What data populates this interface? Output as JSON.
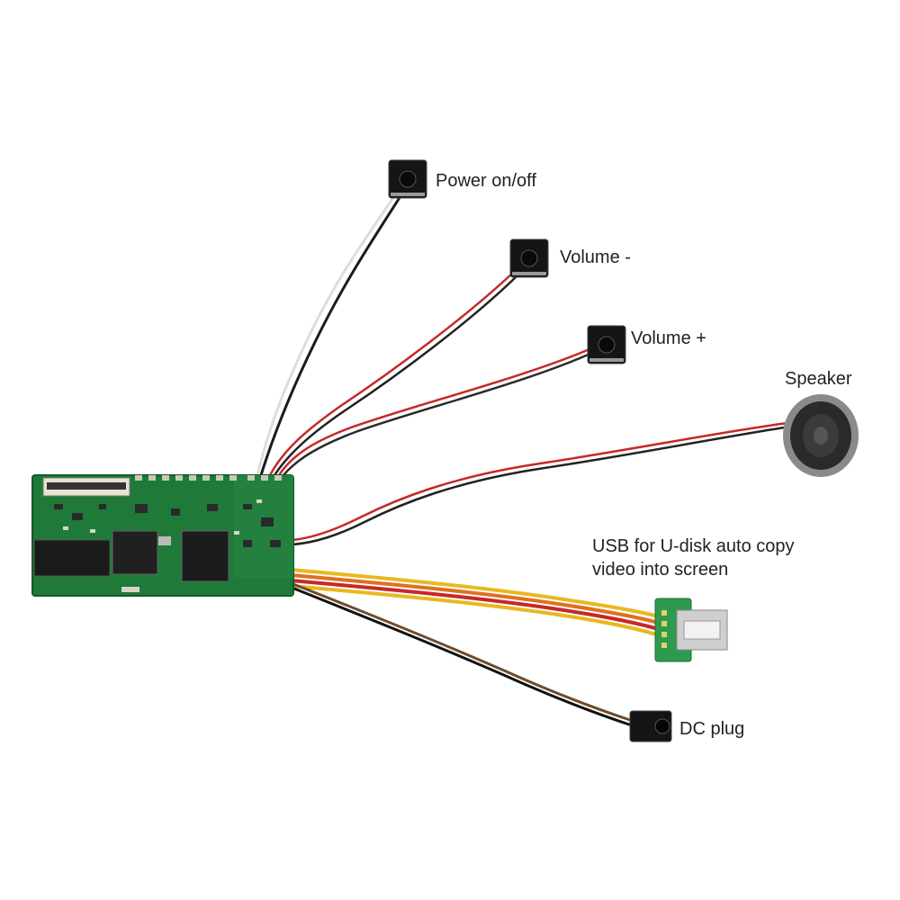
{
  "labels": {
    "power": "Power on/off",
    "volume_minus": "Volume -",
    "volume_plus": "Volume +",
    "speaker": "Speaker",
    "usb_line1": "USB for U-disk auto copy",
    "usb_line2": "video into screen",
    "dc_plug": "DC plug"
  },
  "colors": {
    "pcb": "#1f7a3a",
    "wire_red": "#c62828",
    "wire_black": "#222222",
    "wire_yellow": "#e8b820",
    "wire_orange": "#e07020",
    "wire_brown": "#6d4c2e"
  }
}
